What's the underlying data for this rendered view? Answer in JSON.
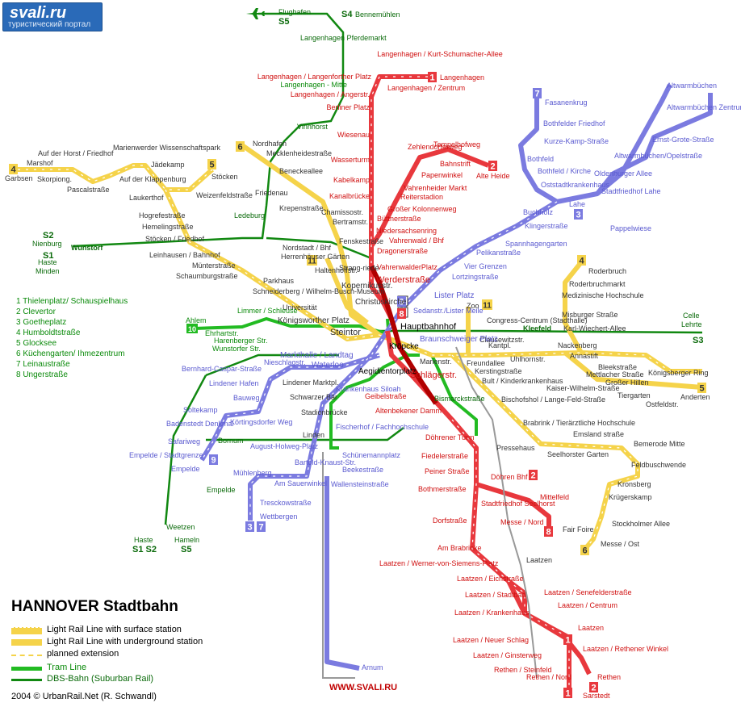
{
  "header": {
    "logo_text": "svali.ru",
    "tagline": "туристический портал"
  },
  "title": "HANNOVER Stadtbahn",
  "legend": [
    {
      "label": "Light Rail Line with surface station",
      "color": "#f5d34a"
    },
    {
      "label": "Light Rail Line with underground station",
      "color": "#f5d34a"
    },
    {
      "label": "planned extension",
      "color": "#f5d34a"
    },
    {
      "label": "Tram Line",
      "color": "#22bb22"
    },
    {
      "label": "DBS-Bahn (Suburban Rail)",
      "color": "#118811"
    }
  ],
  "credit": "2004 © UrbanRail.Net (R. Schwandl)",
  "site": "WWW.SVALI.RU",
  "line_list": [
    "1 Thielenplatz/ Schauspielhaus",
    "2 Clevertor",
    "3 Goetheplatz",
    "4 Humboldtstraße",
    "5 Glocksee",
    "6 Küchengarten/ Ihmezentrum",
    "7 Leinaustraße",
    "8 Ungerstraße"
  ],
  "colors": {
    "red": "#e8383d",
    "darkred": "#b00000",
    "blue": "#7b7be0",
    "yellow": "#f5d34a",
    "green": "#22bb22",
    "sbahn": "#118811",
    "planned": "#7070a0"
  },
  "line_badges": [
    {
      "id": "1",
      "color": "#e8383d"
    },
    {
      "id": "2",
      "color": "#e8383d"
    },
    {
      "id": "3",
      "color": "#7b7be0"
    },
    {
      "id": "4",
      "color": "#f5d34a"
    },
    {
      "id": "5",
      "color": "#f5d34a"
    },
    {
      "id": "6",
      "color": "#f5d34a"
    },
    {
      "id": "7",
      "color": "#7b7be0"
    },
    {
      "id": "8",
      "color": "#e8383d"
    },
    {
      "id": "9",
      "color": "#7b7be0"
    },
    {
      "id": "10",
      "color": "#22bb22"
    },
    {
      "id": "11",
      "color": "#f5d34a"
    }
  ],
  "sbahn_labels": [
    "S4",
    "S5",
    "S2",
    "S1",
    "S3",
    "S1 S2",
    "S5"
  ],
  "stations": {
    "north_red": [
      "Langenhagen / Kurt-Schumacher-Allee",
      "Langenhagen",
      "Langenhagen / Langenforther Platz",
      "Langenhagen - Mitte",
      "Langenhagen / Angerstr.",
      "Langenhagen / Zentrum",
      "Berliner Platz",
      "Wiesenau",
      "Wasserturm",
      "Kabelkamp",
      "Kanalbrücke",
      "Büttnerstraße",
      "Niedersachsenring",
      "Dragonerstraße",
      "VahrenwalderPlatz",
      "Werderstraße",
      "Zehlendorferweg",
      "Tempelhofweg",
      "Bahnstrift",
      "Papenwinkel",
      "Alte Heide",
      "Vahrenheider Markt",
      "Reiterstadion",
      "Großer Kolonnenweg",
      "Vahrenwald / Bhf"
    ],
    "sbahn_north": [
      "Flughafen",
      "Bennemühlen",
      "Langenhagen Pferdemarkt",
      "Vinnhorst",
      "Ledeburg",
      "Nienburg",
      "Wunstorf",
      "Haste",
      "Minden",
      "Celle",
      "Lehrte",
      "Weetzen",
      "Haste",
      "Hameln"
    ],
    "yellow_nw": [
      "Garbsen",
      "Marshof",
      "Auf der Horst / Friedhof",
      "Skorpiong.",
      "Pascalstraße",
      "Marienwerder Wissenschaftspark",
      "Jädekamp",
      "Auf der Klappenburg",
      "Laukerthof",
      "Stöcken",
      "Weizenfeldstraße",
      "Hogrefestraße",
      "Hemelingstraße",
      "Stöcken / Friedhof",
      "Leinhausen / Bahnhof",
      "Münterstraße",
      "Schaumburgstraße",
      "Nordhafen",
      "Mecklenheidestraße",
      "Beneckeallee",
      "Friedenau",
      "Krepenstraße",
      "Chamissostr.",
      "Bertramstr.",
      "Fenskestraße",
      "Nordstadt / Bhf",
      "Herrenhäuser Gärten",
      "Strang-riede",
      "Haltenhoffstr.",
      "Parkhaus",
      "Schneiderberg / Wilhelm-Busch-Museum",
      "Universität",
      "Königsworther Platz",
      "Kopernikusstr.",
      "Christuskirche",
      "Steintor"
    ],
    "blue_ne": [
      "Altwarmbüchen",
      "Altwarmbüchen Zentrum",
      "Fasanenkrug",
      "Bothfelder Friedhof",
      "Kurze-Kamp-Straße",
      "Bothfeld",
      "Bothfeld / Kirche",
      "Oststadtkrankenhaus",
      "Ernst-Grote-Straße",
      "Altwarmbüchen/Opelstraße",
      "Oldenburger Allee",
      "Stadtfriedhof Lahe",
      "Lahe",
      "Pappelwiese",
      "Buchholz",
      "Klingerstraße",
      "Spannhagengarten",
      "Pelikanstraße",
      "Vier Grenzen",
      "Lortzingstraße",
      "Lister Platz",
      "Sedanstr./Lister Meile",
      "Hauptbahnhof",
      "Kröpcke",
      "Aegidientorplatz"
    ],
    "yellow_e": [
      "Roderbruch",
      "Roderbruchmarkt",
      "Medizinische Hochschule",
      "Misburger Straße",
      "Karl-Wiechert-Allee",
      "Nackenberg",
      "Annastift",
      "Bleekstraße",
      "Mettlacher Straße",
      "Großer Hillen",
      "Königsberger Ring",
      "Tiergarten",
      "Ostfeldstr.",
      "Anderten",
      "Zoo",
      "Congress-Centrum (Stadthalle)",
      "Clausewitzstr.",
      "Kantpl.",
      "Kleefeld",
      "Uhlhornstr.",
      "Freundallee",
      "Kerstingstraße",
      "Bult / Kinderkrankenhaus",
      "Kaiser-Wilhelm-Straße",
      "Braunschweiger Platz",
      "Marienstr.",
      "Bischofshol / Lange-Feld-Straße",
      "Brabrink / Tierärztliche Hochschule",
      "Emsland straße",
      "Bemerode Mitte",
      "Pressehaus",
      "Seelhorster Garten",
      "Feldbuschwende",
      "Kronsberg",
      "Krügerskamp",
      "Stockholmer Allee",
      "Messe / Ost"
    ],
    "west": [
      "Ahlem",
      "Ehrhartstr.",
      "Harenberger Str.",
      "Wunstorfer Str.",
      "Limmer / Schleuse",
      "Bernhard-Caspar-Straße",
      "Nieschlagstr.",
      "Markthalle / Landtag",
      "Waterloo",
      "Lindener Hafen",
      "Bauweg",
      "Lindener Marktpl.",
      "Schwarzer Bär",
      "Soltekamp",
      "Körtingsdorfer Weg",
      "Badenstedt Denkmal",
      "Safariweg",
      "Empelde / Stadtgrenze",
      "Empelde",
      "Bornum",
      "Stadionbrücke",
      "Linden",
      "Fischerhof / Fachhochschule",
      "Krankenhaus Siloah",
      "August-Holweg-Platz",
      "Bartold-Knaust-Str.",
      "Schünemannplatz",
      "Beekestraße",
      "Wallensteinstraße",
      "Mühlenberg",
      "Am Sauerwinkel",
      "Tresckowstraße",
      "Wettbergen",
      "Empelde",
      "Arnum"
    ],
    "south_red": [
      "Schlägerstr.",
      "Geibelstraße",
      "Altenbekener Damm",
      "Bismarckstraße",
      "Döhrener Turm",
      "Fiedelerstraße",
      "Peiner Straße",
      "Döhren Bhf",
      "Bothmerstraße",
      "Stadtfriedhof Seelhorst",
      "Mittelfeld",
      "Messe / Nord",
      "Fair Foire",
      "Dorfstraße",
      "Am Brabrinke",
      "Laatzen / Werner-von-Siemens-Platz",
      "Laatzen",
      "Laatzen / Eichstraße",
      "Laatzen / Senefelderstraße",
      "Laatzen / Stadtbad",
      "Laatzen / Centrum",
      "Laatzen / Krankenhaus",
      "Laatzen",
      "Laatzen / Neuer Schlag",
      "Laatzen / Rethener Winkel",
      "Laatzen / Ginsterweg",
      "Rethen / Steinfeld",
      "Rethen / Nord",
      "Rethen",
      "Sarstedt"
    ]
  }
}
